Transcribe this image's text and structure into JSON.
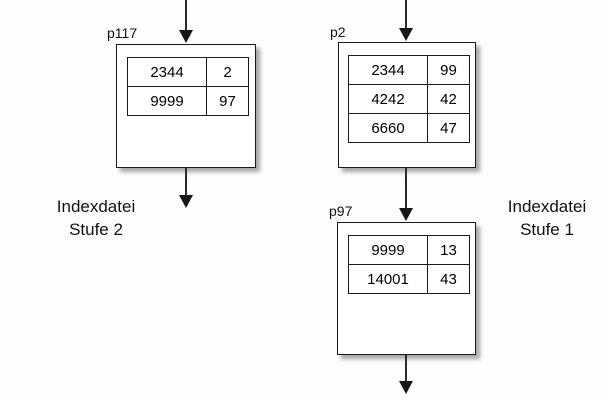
{
  "diagram": {
    "type": "b-tree-index-structure",
    "background_color": "#fdfdfd",
    "line_color": "#1a1a1a",
    "captions": [
      {
        "line1": "Indexdatei",
        "line2": "Stufe 2"
      },
      {
        "line1": "Indexdatei",
        "line2": "Stufe 1"
      }
    ],
    "nodes": [
      {
        "label": "p117",
        "level": 2,
        "rows": [
          {
            "key": "2344",
            "pointer": "2"
          },
          {
            "key": "9999",
            "pointer": "97"
          }
        ]
      },
      {
        "label": "p2",
        "level": 1,
        "rows": [
          {
            "key": "2344",
            "pointer": "99"
          },
          {
            "key": "4242",
            "pointer": "42"
          },
          {
            "key": "6660",
            "pointer": "47"
          }
        ]
      },
      {
        "label": "p97",
        "level": 1,
        "rows": [
          {
            "key": "9999",
            "pointer": "13"
          },
          {
            "key": "14001",
            "pointer": "43"
          }
        ]
      }
    ],
    "arrows": [
      {
        "name": "arrow-into-p117",
        "direction": "down"
      },
      {
        "name": "arrow-out-of-p117",
        "direction": "down"
      },
      {
        "name": "arrow-into-p2",
        "direction": "down"
      },
      {
        "name": "arrow-p2-to-p97",
        "direction": "down"
      },
      {
        "name": "arrow-out-of-p97",
        "direction": "down"
      }
    ]
  }
}
